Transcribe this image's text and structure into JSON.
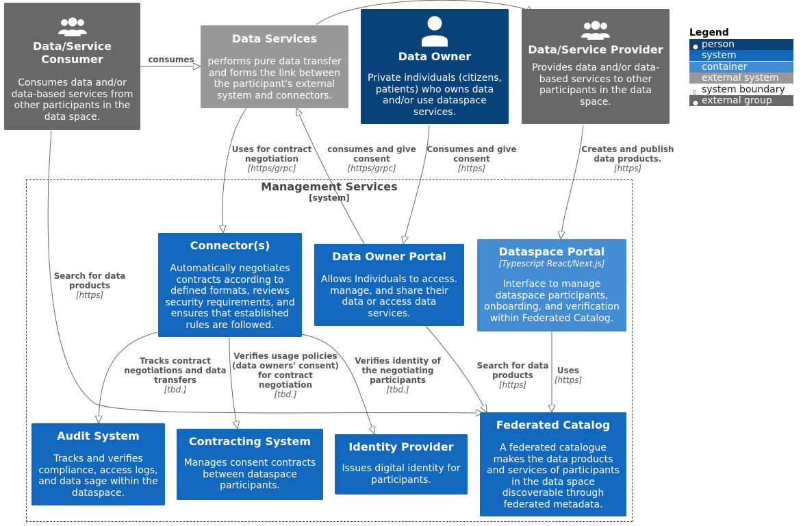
{
  "nodes": {
    "consumer": {
      "title": "Data/Service Consumer",
      "desc": "Consumes data and/or data-based services from other participants in the data space."
    },
    "dataservices": {
      "title": "Data Services",
      "desc": "performs pure data transfer and forms the link between the participant's external system and connectors."
    },
    "dataowner": {
      "title": "Data Owner",
      "desc": "Private individuals (citizens, patients) who owns data and/or use dataspace services."
    },
    "provider": {
      "title": "Data/Service Provider",
      "desc": "Provides data and/or data-based services to other participants in the data space."
    },
    "connector": {
      "title": "Connector(s)",
      "desc": "Automatically negotiates contracts according to defined formats, reviews security requirements, and ensures that established rules are followed."
    },
    "ownerportal": {
      "title": "Data Owner Portal",
      "desc": "Allows Individuals to access. manage, and share their data or access data services."
    },
    "dsportal": {
      "title": "Dataspace Portal",
      "tech": "[Typescript React/Next.js]",
      "desc": "Interface to manage dataspace participants, onboarding, and verification within Federated Catalog."
    },
    "audit": {
      "title": "Audit System",
      "desc": "Tracks and verifies compliance, access logs, and data sage within the dataspace."
    },
    "contracting": {
      "title": "Contracting System",
      "desc": "Manages consent contracts between dataspace participants."
    },
    "idp": {
      "title": "Identity Provider",
      "desc": "Issues digital identity for participants."
    },
    "catalog": {
      "title": "Federated Catalog",
      "desc": "A federated catalogue makes the data products and services of participants in the data space discoverable through federated metadata."
    }
  },
  "boundary": {
    "title": "Management Services",
    "type": "[system]"
  },
  "edges": {
    "consumes": {
      "label": "consumes"
    },
    "contract_neg": {
      "label": "Uses for contract negotiation",
      "tech": "[https/grpc]"
    },
    "owner_consent_grpc": {
      "label": "consumes and give consent",
      "tech": "[https/grpc]"
    },
    "owner_consent_https": {
      "label": "Consumes and give consent",
      "tech": "[https]"
    },
    "provider_publish": {
      "label": "Creates and publish data products.",
      "tech": "[https]"
    },
    "consumer_search": {
      "label": "Search for data products",
      "tech": "[https]"
    },
    "tracks": {
      "label": "Tracks contract negotiations and data transfers",
      "tech": "[tbd.]"
    },
    "verifies_usage": {
      "label": "Verifies usage policies (data owners' consent) for contract negotiation",
      "tech": "[tbd.]"
    },
    "verifies_identity": {
      "label": "Verifies identity of the negotiating participants",
      "tech": "[tbd.]"
    },
    "portal_search": {
      "label": "Search for data products",
      "tech": "[https]"
    },
    "uses": {
      "label": "Uses",
      "tech": "[https]"
    }
  },
  "legend": {
    "title": "Legend",
    "items": [
      "person",
      "system",
      "container",
      "external system",
      "system boundary",
      "external group"
    ]
  },
  "colors": {
    "person": "#08427b",
    "system": "#1168bd",
    "container": "#438dd5",
    "external_system": "#999999",
    "external_group": "#686868",
    "edge": "#666666"
  }
}
